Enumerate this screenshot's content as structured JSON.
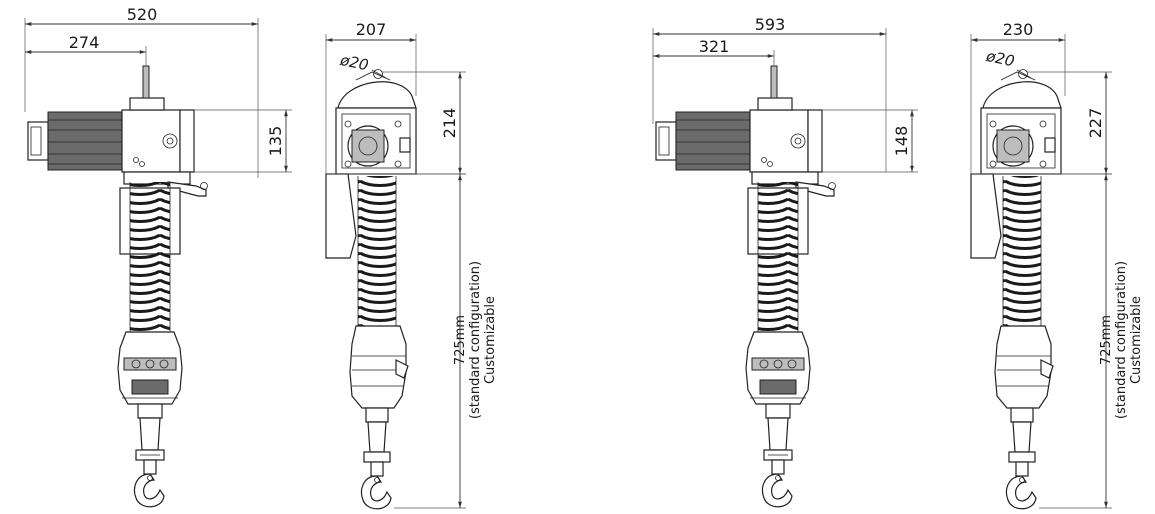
{
  "models": [
    {
      "front": {
        "width": "520",
        "offset": "274",
        "height": "135"
      },
      "side": {
        "width": "207",
        "diameter": "ø20",
        "height": "214"
      },
      "cable": {
        "length": "725mm",
        "config": "(standard configuration)",
        "note": "Customizable"
      }
    },
    {
      "front": {
        "width": "593",
        "offset": "321",
        "height": "148"
      },
      "side": {
        "width": "230",
        "diameter": "ø20",
        "height": "227"
      },
      "cable": {
        "length": "725mm",
        "config": "(standard configuration)",
        "note": "Customizable"
      }
    }
  ]
}
